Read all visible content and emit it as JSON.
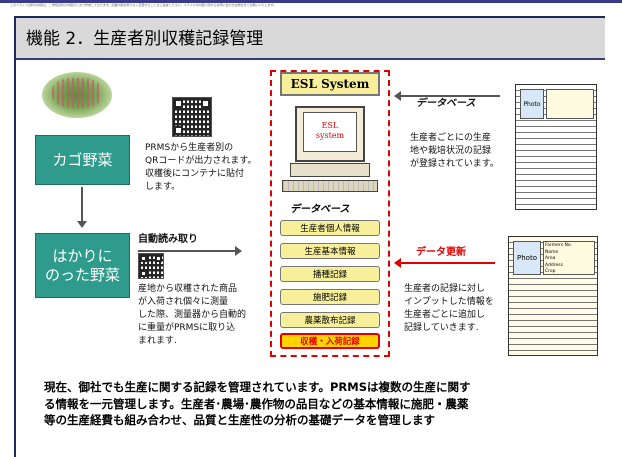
{
  "header": {
    "disclaimer": "このスライド資料の内容は、ご参照資料の内容のとおり作成しております。記載内容を断りなく変更することはご遠慮ください。スライドの内容に関するお問い合わせは弊社までお願いいたします。",
    "title": "機能 2．生産者別収穫記録管理"
  },
  "left_flow": {
    "box1": "カゴ野菜",
    "box2_line1": "はかりに",
    "box2_line2": "のった野菜",
    "qr_note": [
      "PRMSから生産者別の",
      "QRコードが出力されます。",
      "収穫後にコンテナに貼付",
      "します。"
    ],
    "auto_read": "自動読み取り",
    "scale_note": [
      "産地から収穫された商品",
      "が入荷され個々に測量",
      "した際、測量器から自動的",
      "に重量がPRMSに取り込",
      "まれます."
    ]
  },
  "system": {
    "name": "ESL System",
    "screen_line1": "ESL",
    "screen_line2": "system",
    "db_title": "データベース",
    "items": [
      "生産者個人情報",
      "生産基本情報",
      "播種記録",
      "施肥記録",
      "農薬散布記録",
      "収穫・入荷記録"
    ]
  },
  "right_flow": {
    "db_label": "データベース",
    "db_note": [
      "生産者ごとにの生産",
      "地や栽培状況の記録",
      "が登録されています。"
    ],
    "update_label": "データ更新",
    "update_note": [
      "生産者の記録に対し",
      "インプットした情報を",
      "生産者ごとに追加し",
      "記録していきます."
    ],
    "form_photo": "Photo",
    "form_fields": [
      "Farmers No.",
      "Name",
      "Area",
      "Address",
      "Crop"
    ]
  },
  "summary": {
    "line1": "現在、御社でも生産に関する記録を管理されています。PRMSは複数の生産に関す",
    "line2": "る情報を一元管理します。生産者･農場･農作物の品目などの基本情報に施肥・農薬",
    "line3": "等の生産経費も組み合わせ、品質と生産性の分析の基礎データを管理します"
  }
}
